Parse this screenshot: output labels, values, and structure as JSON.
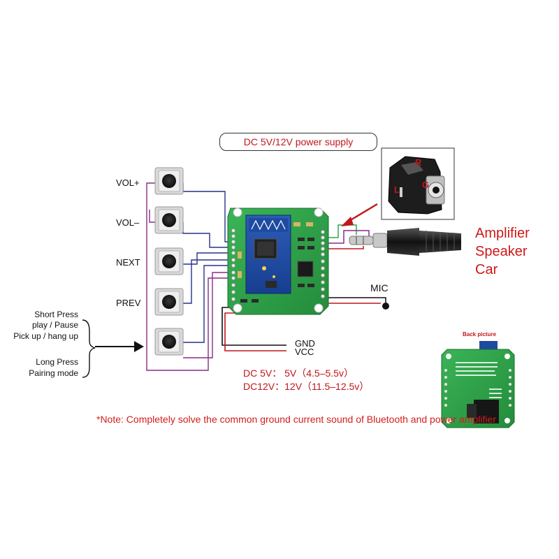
{
  "power_supply_label": "DC  5V/12V power supply",
  "buttons": [
    {
      "label": "VOL+"
    },
    {
      "label": "VOL–"
    },
    {
      "label": "NEXT"
    },
    {
      "label": "PREV"
    }
  ],
  "press_info": {
    "short_press": "Short Press",
    "short_press_2": "play / Pause",
    "short_press_3": "Pick up / hang up",
    "long_press": "Long Press",
    "long_press_2": "Pairing mode"
  },
  "jack_pins": {
    "r": "R",
    "g": "G",
    "l": "L"
  },
  "amplifier_labels": [
    "Amplifier",
    "Speaker",
    "Car"
  ],
  "mic_label": "MIC",
  "gnd_label": "GND",
  "vcc_label": "VCC",
  "dc_5v_line": "DC  5V：  5V（4.5–5.5v）",
  "dc_12v_line": "DC12V：12V（11.5–12.5v）",
  "note": "*Note: Completely solve the common ground current sound of Bluetooth and power amplifier",
  "back_picture_title": "Back picture",
  "colors": {
    "red_text": "#c0171c",
    "pcb_green": "#2ea84a",
    "wire_purple": "#8a2a8a",
    "wire_blue": "#27318a"
  }
}
